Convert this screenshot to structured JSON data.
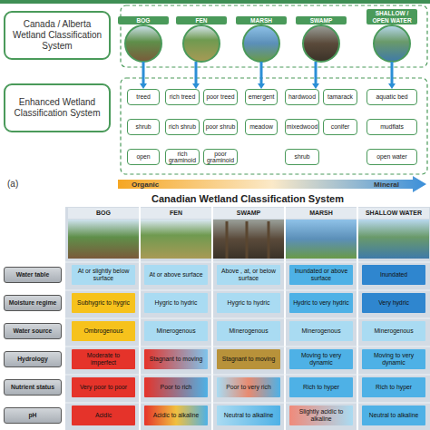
{
  "diagram": {
    "title": "Canadian Wetland Classification System",
    "nodes": [
      {
        "text": [
          "Canada / Alberta Wetland Classification System"
        ]
      },
      {
        "text": [
          "BOG"
        ]
      },
      {
        "text": [
          "FEN"
        ]
      },
      {
        "text": [
          "MARSH"
        ]
      },
      {
        "text": [
          "SWAMP"
        ]
      },
      {
        "text": [
          "SHALLOW / OPEN WATER"
        ]
      },
      {
        "text": [
          "Enhanced Wetland Classification System"
        ]
      },
      {
        "text": [
          "treed"
        ]
      },
      {
        "text": [
          "rich treed"
        ]
      },
      {
        "text": [
          "poor treed"
        ]
      },
      {
        "text": [
          "emergent"
        ]
      },
      {
        "text": [
          "hardwood"
        ]
      },
      {
        "text": [
          "tamarack"
        ]
      },
      {
        "text": [
          "aquatic bed"
        ]
      },
      {
        "text": [
          "shrub"
        ]
      },
      {
        "text": [
          "rich shrub"
        ]
      },
      {
        "text": [
          "poor shrub"
        ]
      },
      {
        "text": [
          "meadow"
        ]
      },
      {
        "text": [
          "mixedwood"
        ]
      },
      {
        "text": [
          "conifer"
        ]
      },
      {
        "text": [
          "mudflats"
        ]
      },
      {
        "text": [
          "open"
        ]
      },
      {
        "text": [
          "rich graminoid"
        ]
      },
      {
        "text": [
          "poor graminoid"
        ]
      },
      {
        "text": [
          "shrub"
        ]
      },
      {
        "text": [
          "open water"
        ]
      },
      {
        "text": [
          "BOG"
        ]
      },
      {
        "text": [
          "FEN"
        ]
      },
      {
        "text": [
          "SWAMP"
        ]
      },
      {
        "text": [
          "MARSH"
        ]
      },
      {
        "text": [
          "SHALLOW WATER"
        ]
      },
      {
        "text": [
          "Water table"
        ]
      },
      {
        "text": [
          "At or slightly below surface"
        ]
      },
      {
        "text": [
          "At or above surface"
        ]
      },
      {
        "text": [
          "Above , at, or below surface"
        ]
      },
      {
        "text": [
          "Inundated or above surface"
        ]
      },
      {
        "text": [
          "Inundated"
        ]
      },
      {
        "text": [
          "Moisture regime"
        ]
      },
      {
        "text": [
          "Subhygric to hygric"
        ]
      },
      {
        "text": [
          "Hygric to hydric"
        ]
      },
      {
        "text": [
          "Hygric to hydric"
        ]
      },
      {
        "text": [
          "Hydric to very hydric"
        ]
      },
      {
        "text": [
          "Very hydric"
        ]
      },
      {
        "text": [
          "Water source"
        ]
      },
      {
        "text": [
          "Ombrogenous"
        ]
      },
      {
        "text": [
          "Minerogenous"
        ]
      },
      {
        "text": [
          "Minerogenous"
        ]
      },
      {
        "text": [
          "Minerogenous"
        ]
      },
      {
        "text": [
          "Minerogenous"
        ]
      },
      {
        "text": [
          "Hydrology"
        ]
      },
      {
        "text": [
          "Moderate to imperfect"
        ]
      },
      {
        "text": [
          "Stagnant to moving"
        ]
      },
      {
        "text": [
          "Stagnant to moving"
        ]
      },
      {
        "text": [
          "Moving to very dynamic"
        ]
      },
      {
        "text": [
          "Moving to very dynamic"
        ]
      },
      {
        "text": [
          "Nutrient status"
        ]
      },
      {
        "text": [
          "Very poor to poor"
        ]
      },
      {
        "text": [
          "Poor to rich"
        ]
      },
      {
        "text": [
          "Poor to very rich"
        ]
      },
      {
        "text": [
          "Rich to hyper"
        ]
      },
      {
        "text": [
          "Rich to hyper"
        ]
      },
      {
        "text": [
          "pH"
        ]
      },
      {
        "text": [
          "Acidic"
        ]
      },
      {
        "text": [
          "Acidic to alkaline"
        ]
      },
      {
        "text": [
          "Neutral to alkaline"
        ]
      },
      {
        "text": [
          "Slightly acidic to alkaline"
        ]
      },
      {
        "text": [
          "Neutral to alkaline"
        ]
      }
    ],
    "edges": [
      {
        "from": 1,
        "to": 7,
        "arrow": "to"
      },
      {
        "from": 2,
        "to": 8,
        "arrow": "to"
      },
      {
        "from": 3,
        "to": 10,
        "arrow": "to"
      },
      {
        "from": 4,
        "to": 11,
        "arrow": "to"
      },
      {
        "from": 5,
        "to": 13,
        "arrow": "to"
      }
    ],
    "labels": [
      "(a)",
      "Organic",
      "Mineral"
    ]
  }
}
